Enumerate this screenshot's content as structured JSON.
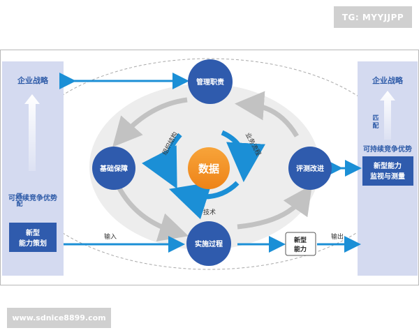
{
  "watermarks": {
    "top_right": "TG: MYYJJPP",
    "bottom_left": "www.sdnice8899.com"
  },
  "left_panel": {
    "title": "企业战略",
    "match_label": "匹配",
    "advantage": "可持续竞争优势",
    "box_line1": "新型",
    "box_line2": "能力策划"
  },
  "right_panel": {
    "title": "企业战略",
    "match_label": "匹配",
    "advantage": "可持续竞争优势",
    "box_line1": "新型能力",
    "box_line2": "监视与测量"
  },
  "nodes": {
    "top": "管理职责",
    "left": "基础保障",
    "right": "评测改进",
    "bottom": "实施过程",
    "center": "数据"
  },
  "inner_labels": {
    "org": "组织结构",
    "process": "业务流程",
    "tech": "技术"
  },
  "flow": {
    "input": "输入",
    "output": "输出",
    "capability_line1": "新型",
    "capability_line2": "能力"
  },
  "colors": {
    "node_blue": "#2f5bad",
    "center_orange": "#f39324",
    "arrow_blue": "#1b8fd6",
    "panel_bg": "#d4daf0",
    "ellipse_bg": "#ededed",
    "text_blue": "#2e5ba8"
  }
}
